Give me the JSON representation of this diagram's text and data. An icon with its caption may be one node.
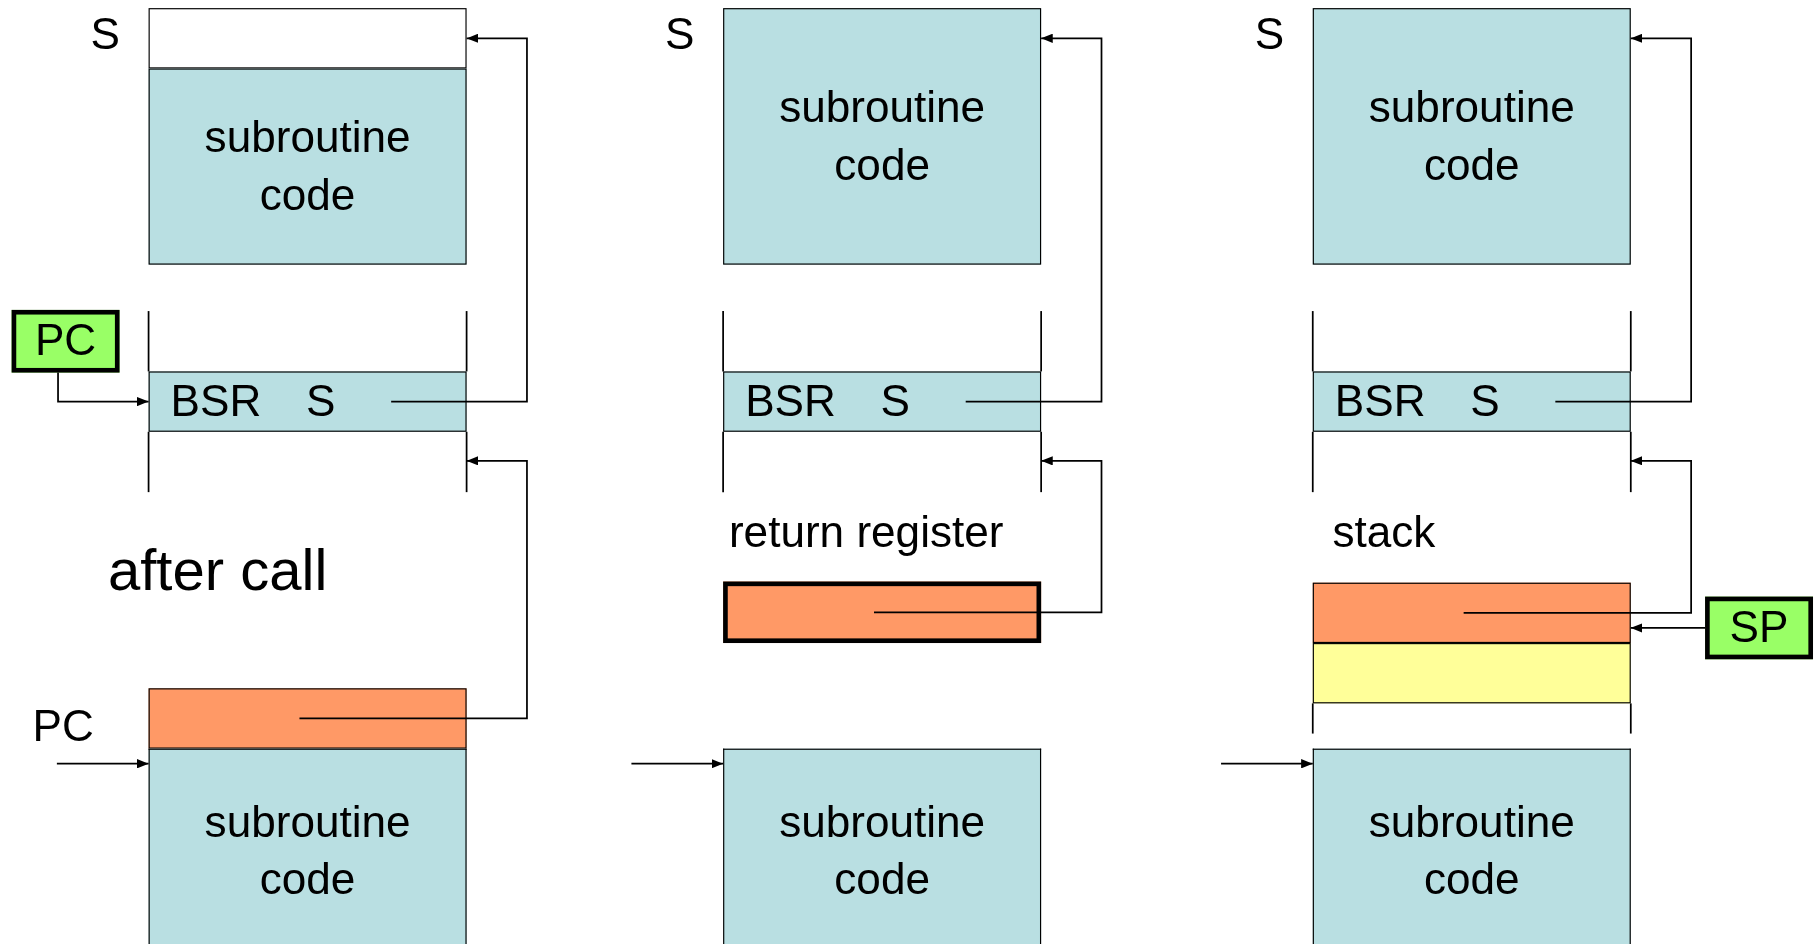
{
  "diagram": {
    "nodes": [
      {
        "text": [],
        "shape": "box",
        "beside": [
          "S"
        ]
      },
      {
        "text": [
          "subroutine code"
        ]
      },
      {
        "text": [
          "BSR S"
        ]
      },
      {
        "text": [],
        "shape": "box"
      },
      {
        "text": [
          "subroutine code"
        ]
      },
      {
        "text": [
          "PC"
        ]
      },
      {
        "text": [
          "subroutine code"
        ],
        "beside": [
          "S"
        ]
      },
      {
        "text": [
          "BSR S"
        ]
      },
      {
        "text": [],
        "shape": "box",
        "beside": [
          "return register"
        ]
      },
      {
        "text": [
          "subroutine code"
        ]
      },
      {
        "text": [
          "subroutine code"
        ],
        "beside": [
          "S"
        ]
      },
      {
        "text": [
          "BSR S"
        ]
      },
      {
        "text": [],
        "shape": "box",
        "beside": [
          "stack"
        ]
      },
      {
        "text": [],
        "shape": "box"
      },
      {
        "text": [
          "subroutine code"
        ]
      },
      {
        "text": [
          "SP"
        ]
      }
    ],
    "edges": [
      {
        "from": 2,
        "to": 0,
        "arrow": "to"
      },
      {
        "from": 3,
        "to": 2,
        "arrow": "to"
      },
      {
        "from": 5,
        "to": 2,
        "arrow": "to"
      },
      {
        "from": null,
        "to": 4,
        "arrow": "to"
      },
      {
        "from": 7,
        "to": 6,
        "arrow": "to"
      },
      {
        "from": 8,
        "to": 7,
        "arrow": "to"
      },
      {
        "from": null,
        "to": 9,
        "arrow": "to"
      },
      {
        "from": 11,
        "to": 10,
        "arrow": "to"
      },
      {
        "from": 12,
        "to": 11,
        "arrow": "to"
      },
      {
        "from": 15,
        "to": 12,
        "arrow": "to"
      },
      {
        "from": null,
        "to": 14,
        "arrow": "to"
      }
    ],
    "labels": [
      "after call",
      "PC"
    ]
  }
}
